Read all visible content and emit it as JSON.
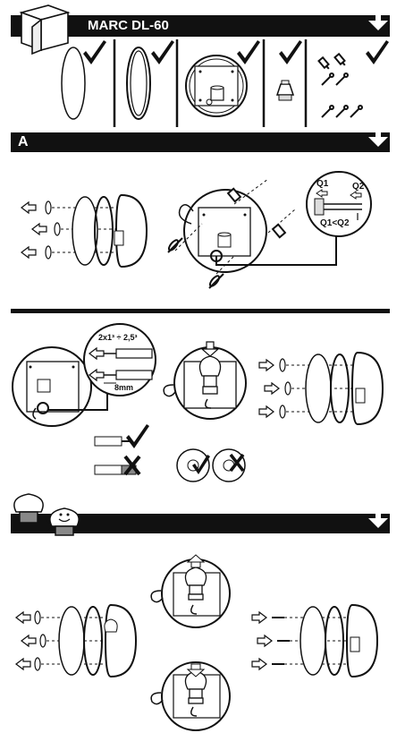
{
  "header": {
    "title": "MARC DL-60"
  },
  "section_a": {
    "label": "A"
  },
  "detail_q": {
    "q1": "Q1",
    "q2": "Q2",
    "relation": "Q1<Q2"
  },
  "wire_spec": {
    "cross_section": "2x1³ ÷ 2,5³",
    "strip_length": "8mm"
  }
}
